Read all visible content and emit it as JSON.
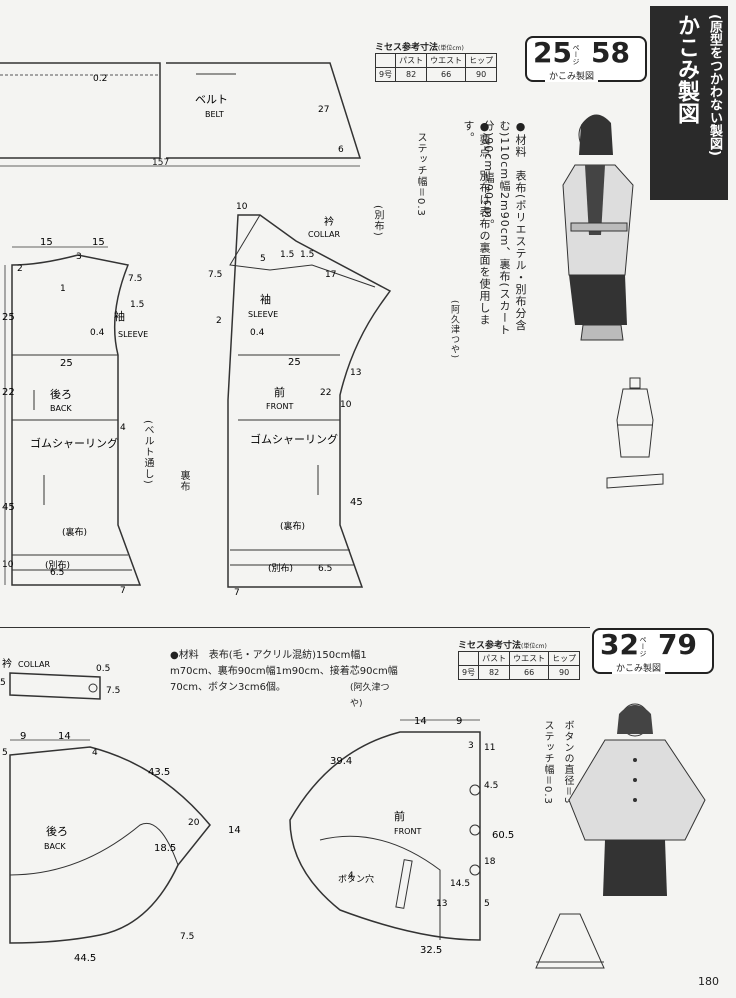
{
  "top": {
    "ref_title": "ミセス参考寸法",
    "ref_unit": "(単位cm)",
    "ref_headers": [
      "パスト",
      "ウエスト",
      "ヒップ"
    ],
    "ref_size": "9号",
    "ref_values": [
      "82",
      "66",
      "90"
    ],
    "page_ref_left": "25",
    "page_ref_unit": "ページ",
    "page_ref_right": "58",
    "seisaku": "かこみ製図",
    "title_band": "かこみ製図",
    "title_band_sub": "(原型をつかわない製図)",
    "materials_text": "●材料　表布(ポリエステル・別布分含む)110cm幅2m90cm、裏布(スカート分)90cm幅90cm。",
    "points_text": "●要点　別布は表布の裏面を使用します。",
    "author": "(阿久津つや)",
    "stitch": "ステッチ幅＝0.3",
    "belt_label": "ベルト",
    "belt_en": "BELT",
    "belt_len": "157",
    "belt_02": "0.2",
    "belt_27": "27",
    "belt_6": "6",
    "back_label": "後ろ",
    "back_en": "BACK",
    "sleeve_label": "袖",
    "sleeve_en": "SLEEVE",
    "front_label": "前",
    "front_en": "FRONT",
    "collar_label": "衿",
    "collar_en": "COLLAR",
    "shirring": "ゴムシャーリング",
    "lining": "(裏布)",
    "contrast": "(別布)",
    "belt_loop": "(ベルト通し)",
    "loop_note": "(別布)",
    "ura": "裏布",
    "b15a": "15",
    "b15b": "15",
    "b3": "3",
    "b2": "2",
    "b1": "1",
    "b25w": "25",
    "b75": "7.5",
    "b15": "1.5",
    "b04": "0.4",
    "b25": "25",
    "b22": "22",
    "b45": "45",
    "b10": "10",
    "b65": "6.5",
    "b7": "7",
    "b4": "4",
    "f10": "10",
    "f5": "5",
    "f15a": "1.5",
    "f15b": "1.5",
    "f17": "17",
    "f75": "7.5",
    "f2": "2",
    "f04": "0.4",
    "f25": "25",
    "f22": "22",
    "f13": "13",
    "f10b": "10",
    "f45": "45",
    "f65": "6.5",
    "f7": "7"
  },
  "bottom": {
    "ref_title": "ミセス参考寸法",
    "ref_unit": "(単位cm)",
    "ref_headers": [
      "パスト",
      "ウエスト",
      "ヒップ"
    ],
    "ref_size": "9号",
    "ref_values": [
      "82",
      "66",
      "90"
    ],
    "page_ref_left": "32",
    "page_ref_unit": "ページ",
    "page_ref_right": "79",
    "seisaku": "かこみ製図",
    "materials_line1": "●材料　表布(毛・アクリル混紡)150cm幅1",
    "materials_line2": "m70cm、裏布90cm幅1m90cm、接着芯90cm幅",
    "materials_line3": "70cm、ボタン3cm6個。",
    "author": "(阿久津つや)",
    "button_note": "ボタンの直径＝3",
    "stitch": "ステッチ幅＝0.3",
    "collar_label": "衿",
    "collar_en": "COLLAR",
    "back_label": "後ろ",
    "back_en": "BACK",
    "front_label": "前",
    "front_en": "FRONT",
    "buttonhole": "ボタン穴",
    "c05": "0.5",
    "c75": "7.5",
    "c5": "5",
    "k9": "9",
    "k14": "14",
    "k4": "4",
    "k435": "43.5",
    "k20": "20",
    "k14b": "14",
    "k185": "18.5",
    "k445": "44.5",
    "k75": "7.5",
    "k5": "5",
    "f14": "14",
    "f9": "9",
    "f394": "39.4",
    "f3": "3",
    "f11": "11",
    "f45": "4.5",
    "f605": "60.5",
    "f18": "18",
    "f145": "14.5",
    "f13": "13",
    "f325": "32.5",
    "f5": "5",
    "f4": "4"
  },
  "page_number": "180"
}
